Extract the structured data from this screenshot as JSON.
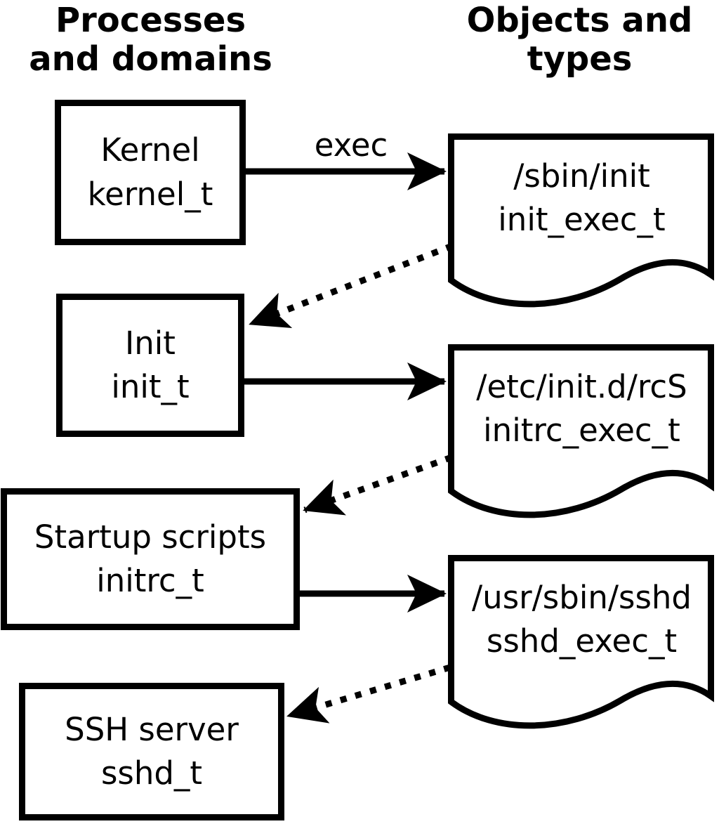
{
  "diagram": {
    "title_left": {
      "line1": "Processes",
      "line2": "and domains"
    },
    "title_right": {
      "line1": "Objects and",
      "line2": "types"
    },
    "processes": [
      {
        "label": "Kernel",
        "domain": "kernel_t"
      },
      {
        "label": "Init",
        "domain": "init_t"
      },
      {
        "label": "Startup scripts",
        "domain": "initrc_t"
      },
      {
        "label": "SSH server",
        "domain": "sshd_t"
      }
    ],
    "objects": [
      {
        "path": "/sbin/init",
        "type": "init_exec_t"
      },
      {
        "path": "/etc/init.d/rcS",
        "type": "initrc_exec_t"
      },
      {
        "path": "/usr/sbin/sshd",
        "type": "sshd_exec_t"
      }
    ],
    "edges": [
      {
        "from": "kernel_t",
        "to": "init_exec_t",
        "style": "solid",
        "label": "exec"
      },
      {
        "from": "init_exec_t",
        "to": "init_t",
        "style": "dotted",
        "label": ""
      },
      {
        "from": "init_t",
        "to": "initrc_exec_t",
        "style": "solid",
        "label": ""
      },
      {
        "from": "initrc_exec_t",
        "to": "initrc_t",
        "style": "dotted",
        "label": ""
      },
      {
        "from": "initrc_t",
        "to": "sshd_exec_t",
        "style": "solid",
        "label": ""
      },
      {
        "from": "sshd_exec_t",
        "to": "sshd_t",
        "style": "dotted",
        "label": ""
      }
    ],
    "colors": {
      "foreground": "#000000",
      "background": "#ffffff"
    }
  }
}
